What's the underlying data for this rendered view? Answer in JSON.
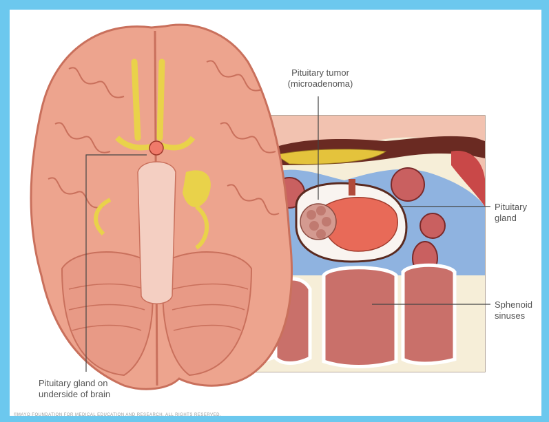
{
  "labels": {
    "tumor_line1": "Pituitary tumor",
    "tumor_line2": "(microadenoma)",
    "gland_line1": "Pituitary",
    "gland_line2": "gland",
    "sinus_line1": "Sphenoid",
    "sinus_line2": "sinuses",
    "under_line1": "Pituitary gland on",
    "under_line2": "underside of brain"
  },
  "copyright": "©MAYO FOUNDATION FOR MEDICAL EDUCATION AND RESEARCH. ALL RIGHTS RESERVED.",
  "colors": {
    "border": "#6cc8ee",
    "brain": "#eda48e",
    "brain_dark": "#c9705c",
    "nerve": "#e9d24a",
    "blue_tissue": "#8fb3e0",
    "bone": "#f6eed8",
    "gland": "#e86a58"
  }
}
